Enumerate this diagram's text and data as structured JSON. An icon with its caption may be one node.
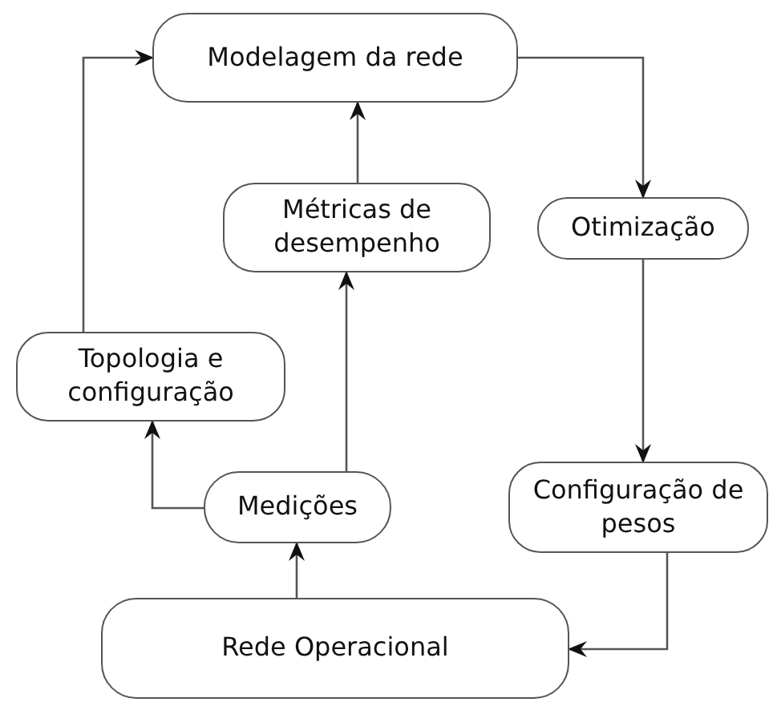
{
  "diagram": {
    "nodes": [
      {
        "text": [
          "Modelagem da rede"
        ]
      },
      {
        "text": [
          "Métricas de desempenho"
        ]
      },
      {
        "text": [
          "Otimização"
        ]
      },
      {
        "text": [
          "Topologia e configuração"
        ]
      },
      {
        "text": [
          "Configuração de pesos"
        ]
      },
      {
        "text": [
          "Medições"
        ]
      },
      {
        "text": [
          "Rede Operacional"
        ]
      }
    ],
    "edges": [
      {
        "from": 5,
        "to": 1,
        "arrow": "to"
      },
      {
        "from": 1,
        "to": 0,
        "arrow": "to"
      },
      {
        "from": 0,
        "to": 2,
        "arrow": "to"
      },
      {
        "from": 2,
        "to": 4,
        "arrow": "to"
      },
      {
        "from": 4,
        "to": 6,
        "arrow": "to"
      },
      {
        "from": 6,
        "to": 5,
        "arrow": "to"
      },
      {
        "from": 5,
        "to": 3,
        "arrow": "to"
      },
      {
        "from": 3,
        "to": 0,
        "arrow": "to"
      }
    ]
  }
}
